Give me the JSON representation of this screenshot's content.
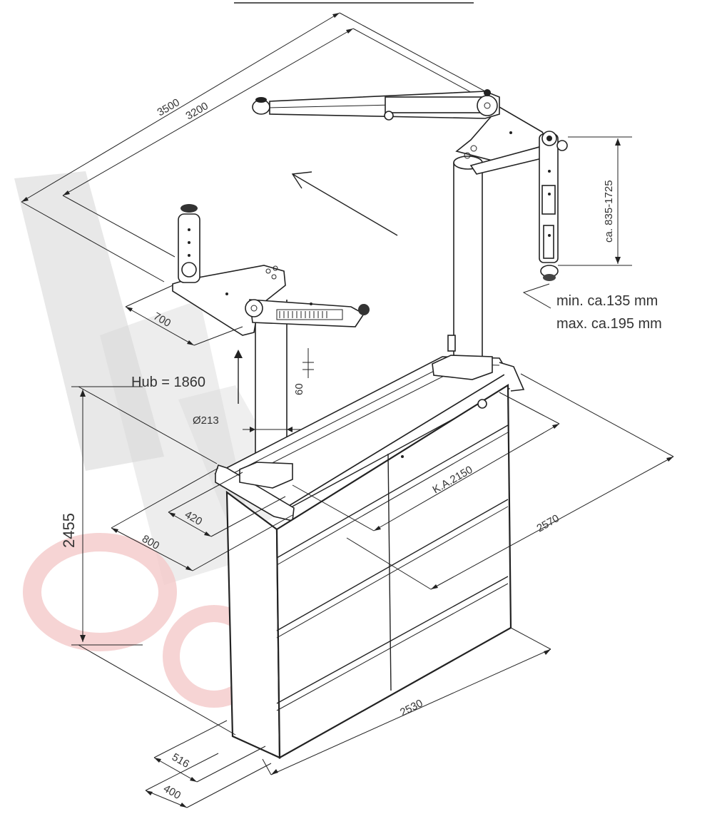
{
  "dimensions": {
    "d3500": "3500",
    "d3200": "3200",
    "d700": "700",
    "hub": "Hub = 1860",
    "d60": "60",
    "d213": "Ø213",
    "d2455": "2455",
    "d420": "420",
    "d800": "800",
    "ka2150": "K.A.2150",
    "d2570": "2570",
    "d2530": "2530",
    "d516": "516",
    "d400": "400",
    "range_height": "ca. 835-1725"
  },
  "notes": {
    "min": "min. ca.135 mm",
    "max": "max. ca.195 mm"
  },
  "colors": {
    "line": "#222222",
    "watermark_gray": "#d0d0d0",
    "watermark_red": "#f4c9c9"
  }
}
